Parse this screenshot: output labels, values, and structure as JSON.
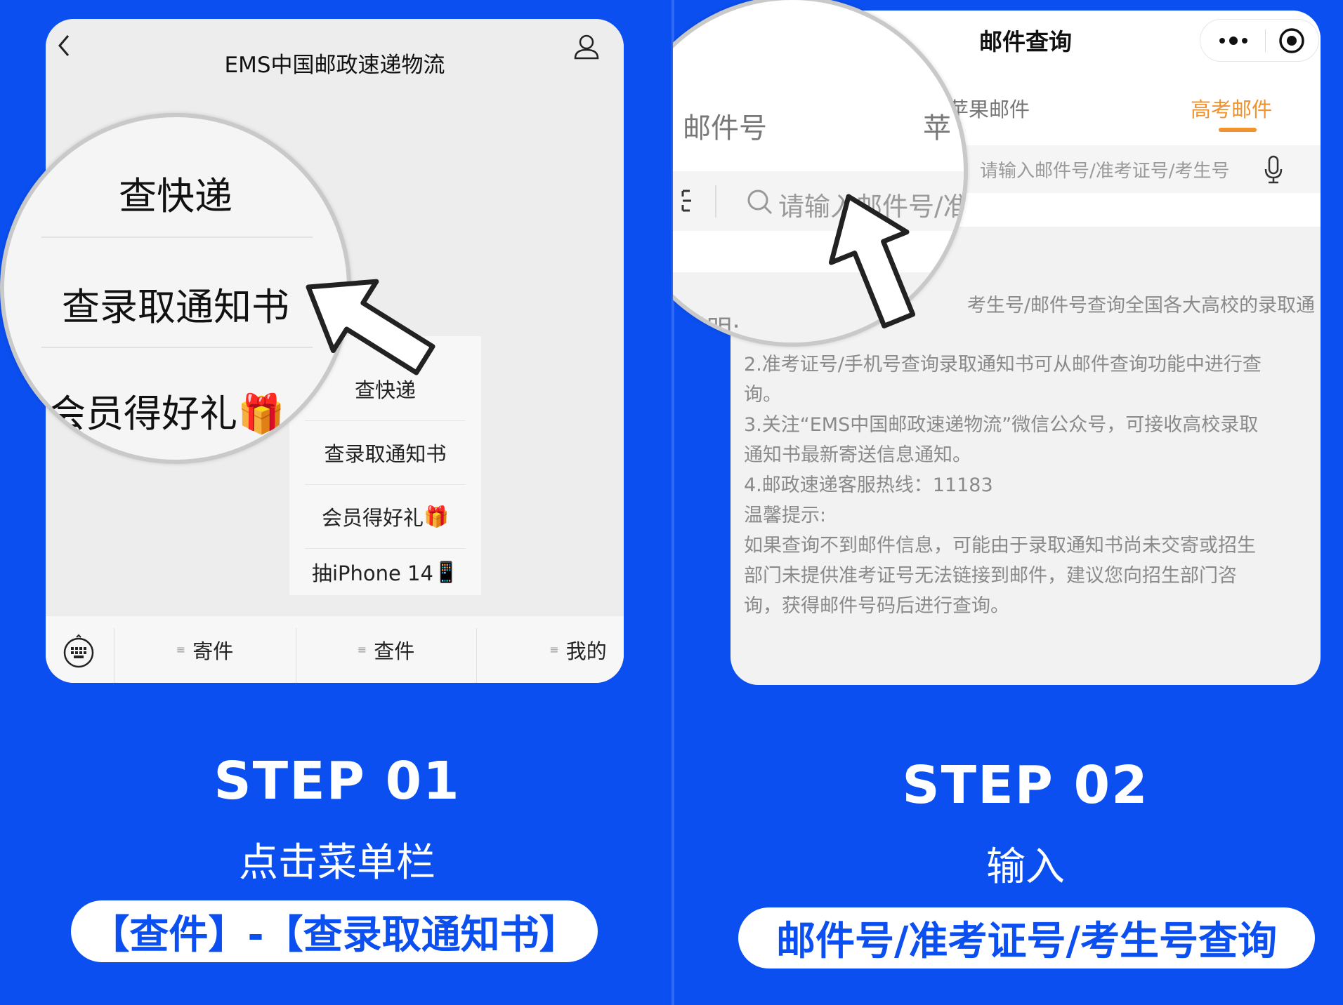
{
  "colors": {
    "background": "#0b4ff0",
    "accent_orange": "#f0922e",
    "pill_text": "#0b4ff0"
  },
  "step1": {
    "header": {
      "title": "EMS中国邮政速递物流",
      "back_icon": "chevron-left-icon",
      "user_icon": "user-icon"
    },
    "popup_menu": [
      {
        "label": "查快递"
      },
      {
        "label": "查录取通知书"
      },
      {
        "label": "会员得好礼",
        "emoji": "🎁"
      },
      {
        "label": "抽iPhone 14",
        "emoji": "📱"
      }
    ],
    "magnifier_items": [
      {
        "label": "查快递"
      },
      {
        "label": "查录取通知书"
      },
      {
        "label": "会员得好礼",
        "emoji": "🎁"
      }
    ],
    "bottom_bar": {
      "keyboard_icon": "keyboard-icon",
      "items": [
        {
          "label": "寄件"
        },
        {
          "label": "查件"
        },
        {
          "label": "我的"
        }
      ]
    },
    "step_label": "STEP  01",
    "instruction": "点击菜单栏",
    "pill": "【查件】-【查录取通知书】"
  },
  "step2": {
    "header": {
      "title": "邮件查询",
      "more_icon": "more-dots-icon",
      "target_icon": "record-target-icon"
    },
    "tabs": [
      {
        "label": "苹果邮件",
        "active": false
      },
      {
        "label": "高考邮件",
        "active": true
      }
    ],
    "magnifier": {
      "tab_label": "邮件号",
      "tab_partial": "苹",
      "section_label": "说明:"
    },
    "search": {
      "placeholder": "请输入邮件号/准考证号/考生号"
    },
    "body_lines": [
      "考生号/邮件号查询全国各大高校的录取通",
      "2.准考证号/手机号查询录取通知书可从邮件查询功能中进行查",
      "询。",
      "3.关注“EMS中国邮政速递物流”微信公众号，可接收高校录取",
      "通知书最新寄送信息通知。",
      "4.邮政速递客服热线：11183",
      "温馨提示:",
      "如果查询不到邮件信息，可能由于录取通知书尚未交寄或招生",
      "部门未提供准考证号无法链接到邮件，建议您向招生部门咨",
      "询，获得邮件号码后进行查询。"
    ],
    "step_label": "STEP  02",
    "instruction": "输入",
    "pill": "邮件号/准考证号/考生号查询"
  }
}
